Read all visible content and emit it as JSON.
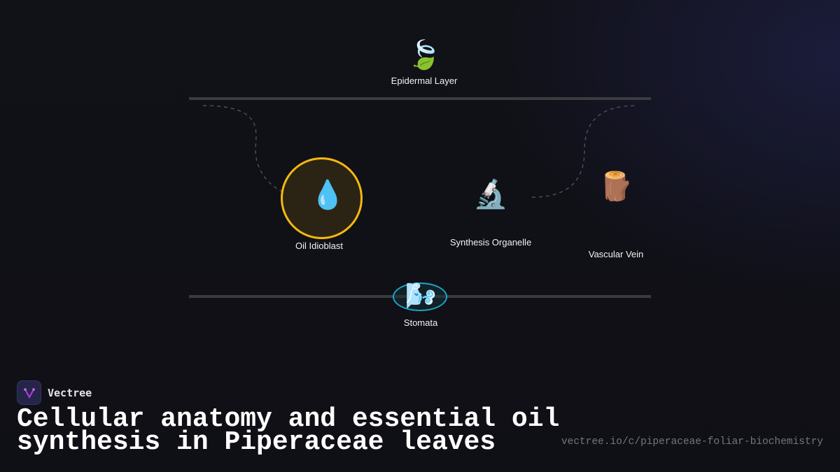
{
  "diagram": {
    "title_line1": "Cellular anatomy and essential oil",
    "title_line2": "synthesis in Piperaceae leaves",
    "nodes": [
      {
        "id": "epidermal",
        "label": "Epidermal Layer",
        "icon": "🍃",
        "icon_name": "leaf-fluttering-icon"
      },
      {
        "id": "oil",
        "label": "Oil Idioblast",
        "icon": "💧",
        "icon_name": "droplet-icon",
        "highlight_color": "#f5b80f"
      },
      {
        "id": "synthesis",
        "label": "Synthesis Organelle",
        "icon": "🔬",
        "icon_name": "microscope-icon"
      },
      {
        "id": "vascular",
        "label": "Vascular Vein",
        "icon": "🪵",
        "icon_name": "wood-log-icon"
      },
      {
        "id": "stomata",
        "label": "Stomata",
        "icon": "🌬️",
        "icon_name": "wind-face-icon",
        "highlight_color": "#1aa7c4"
      }
    ],
    "connections": [
      {
        "from": "epidermal",
        "to": "oil",
        "style": "dashed"
      },
      {
        "from": "synthesis",
        "to": "epidermal",
        "style": "dashed"
      }
    ]
  },
  "brand": {
    "name": "Vectree",
    "logo_icon": "vectree-logo-icon",
    "accent": "#b13ee0"
  },
  "footer": {
    "url": "vectree.io/c/piperaceae-foliar-biochemistry"
  }
}
